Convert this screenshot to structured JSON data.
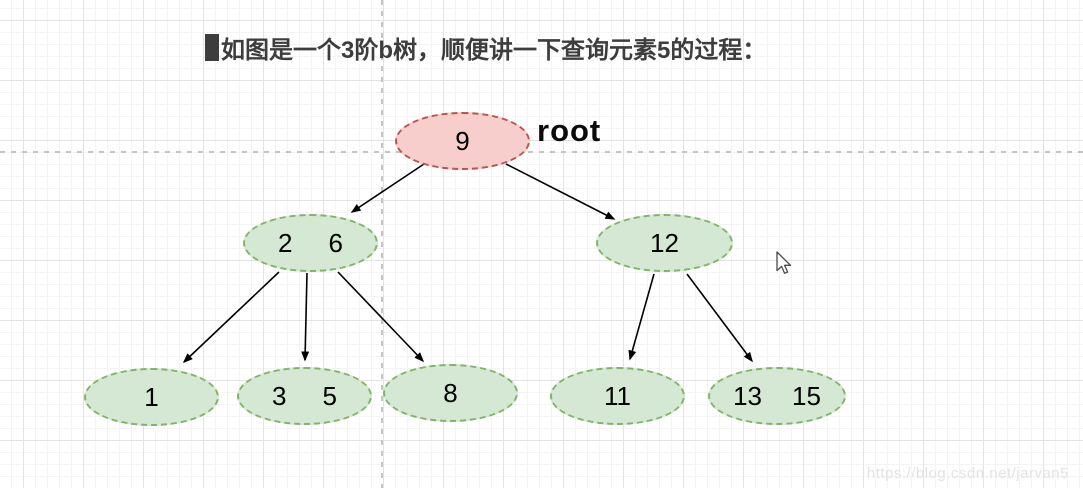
{
  "title": {
    "text": "如图是一个3阶b树，顺便讲一下查询元素5的过程："
  },
  "colors": {
    "root_fill": "#f8cecc",
    "root_border": "#b85450",
    "node_fill": "#d5e8d4",
    "node_border": "#82b366",
    "edge": "#000000"
  },
  "tree": {
    "type": "b-tree",
    "order": 3,
    "root_label": "root",
    "nodes": [
      {
        "id": "root",
        "keys": [
          "9"
        ]
      },
      {
        "id": "2-6",
        "keys": [
          "2",
          "6"
        ]
      },
      {
        "id": "12",
        "keys": [
          "12"
        ]
      },
      {
        "id": "1",
        "keys": [
          "1"
        ]
      },
      {
        "id": "3-5",
        "keys": [
          "3",
          "5"
        ]
      },
      {
        "id": "8",
        "keys": [
          "8"
        ]
      },
      {
        "id": "11",
        "keys": [
          "11"
        ]
      },
      {
        "id": "13-15",
        "keys": [
          "13",
          "15"
        ]
      }
    ],
    "edges": [
      {
        "from": "root",
        "to": "2-6"
      },
      {
        "from": "root",
        "to": "12"
      },
      {
        "from": "2-6",
        "to": "1"
      },
      {
        "from": "2-6",
        "to": "3-5"
      },
      {
        "from": "2-6",
        "to": "8"
      },
      {
        "from": "12",
        "to": "11"
      },
      {
        "from": "12",
        "to": "13-15"
      }
    ]
  },
  "watermark": "https://blog.csdn.net/jarvan5"
}
